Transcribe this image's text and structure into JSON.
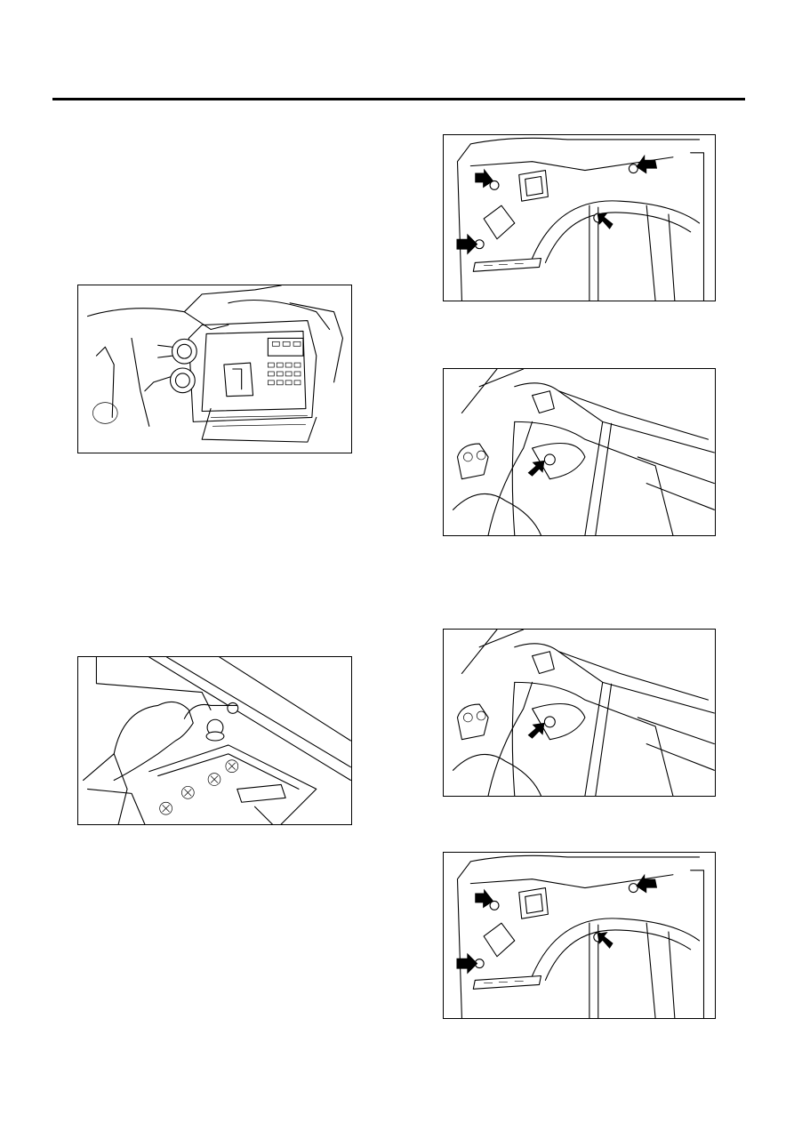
{
  "page": {
    "figures": [
      {
        "id": "fuse-box-connectors",
        "icon": "fuse-box-illustration"
      },
      {
        "id": "battery-terminal",
        "icon": "battery-ground-terminal-illustration"
      },
      {
        "id": "rear-trim-bolts-1",
        "icon": "rear-quarter-bolts-illustration",
        "arrows": 4
      },
      {
        "id": "fuel-tank-nut-1",
        "icon": "fuel-tank-nut-illustration",
        "arrows": 1
      },
      {
        "id": "fuel-tank-nut-2",
        "icon": "fuel-tank-nut-illustration",
        "arrows": 1
      },
      {
        "id": "rear-trim-bolts-2",
        "icon": "rear-quarter-bolts-illustration",
        "arrows": 4
      }
    ]
  }
}
